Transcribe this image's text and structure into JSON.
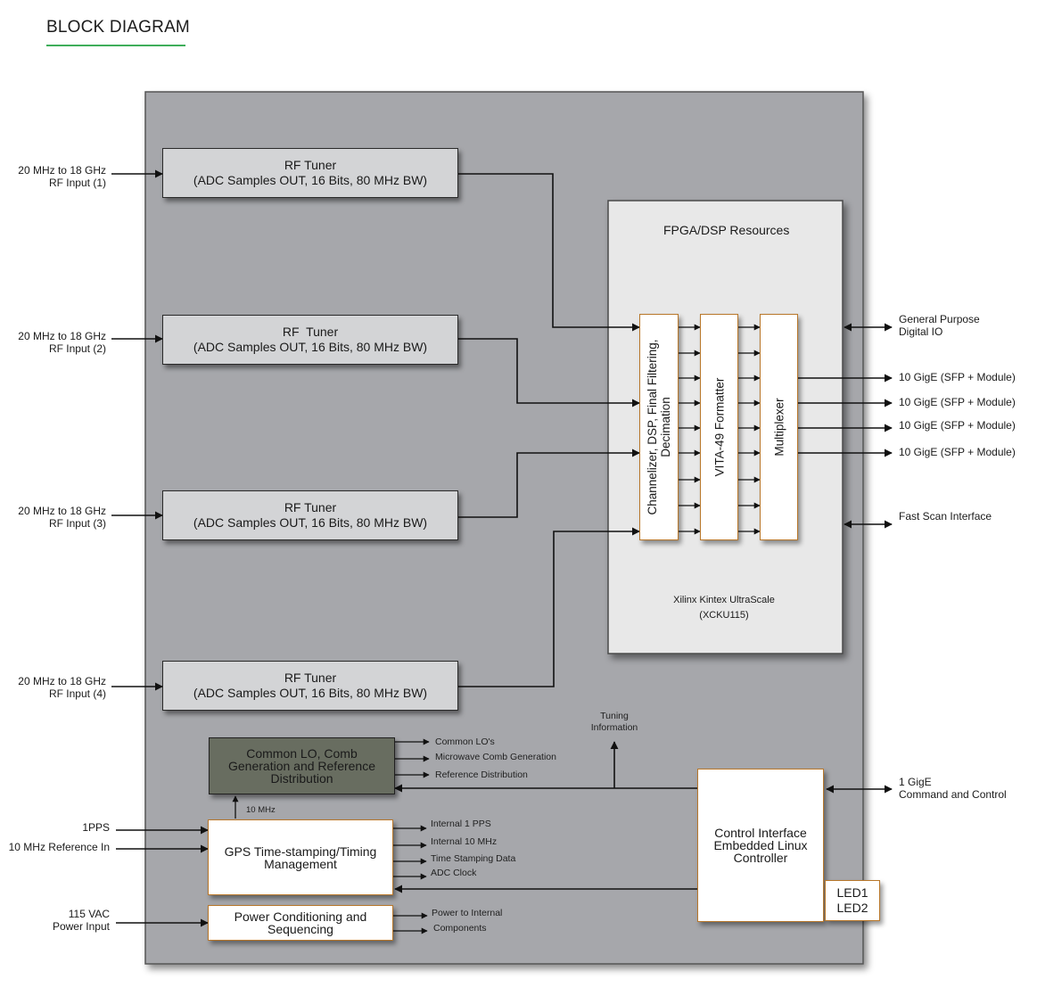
{
  "header": {
    "title": "BLOCK DIAGRAM"
  },
  "inputs": [
    {
      "line1": "20 MHz to 18 GHz",
      "line2": "RF Input (1)"
    },
    {
      "line1": "20 MHz to 18 GHz",
      "line2": "RF Input (2)"
    },
    {
      "line1": "20 MHz to 18 GHz",
      "line2": "RF Input (3)"
    },
    {
      "line1": "20 MHz to 18 GHz",
      "line2": "RF Input (4)"
    }
  ],
  "tuners": [
    {
      "line1": "RF Tuner",
      "line2": "(ADC Samples OUT, 16 Bits, 80 MHz BW)"
    },
    {
      "line1": "RF  Tuner",
      "line2": "(ADC Samples OUT, 16 Bits, 80 MHz BW)"
    },
    {
      "line1": "RF Tuner",
      "line2": "(ADC Samples OUT, 16 Bits, 80 MHz BW)"
    },
    {
      "line1": "RF Tuner",
      "line2": "(ADC Samples OUT, 16 Bits, 80 MHz BW)"
    }
  ],
  "fpga": {
    "title": "FPGA/DSP Resources",
    "channelizer": {
      "line1": "Channelizer, DSP, Final Filtering,",
      "line2": "Decimation"
    },
    "formatter": "VITA-49 Formatter",
    "multiplexer": "Multiplexer",
    "chip_line1": "Xilinx Kintex UltraScale",
    "chip_line2": "(XCKU115)"
  },
  "right_io": {
    "gpio": {
      "line1": "General Purpose",
      "line2": "Digital IO"
    },
    "gige": [
      "10 GigE (SFP + Module)",
      "10 GigE (SFP + Module)",
      "10 GigE (SFP + Module)",
      "10 GigE (SFP + Module)"
    ],
    "fast_scan": "Fast Scan Interface",
    "command": {
      "line1": "1 GigE",
      "line2": "Command and Control"
    }
  },
  "lo_block": {
    "line1": "Common LO, Comb",
    "line2": "Generation and Reference",
    "line3": "Distribution",
    "outputs": [
      "Common LO's",
      "Microwave Comb Generation",
      "Reference Distribution"
    ],
    "clock_label": "10 MHz"
  },
  "tuning": {
    "line1": "Tuning",
    "line2": "Information"
  },
  "gps": {
    "line1": "GPS Time-stamping/Timing",
    "line2": "Management",
    "inputs": [
      "1PPS",
      "10 MHz Reference In"
    ],
    "outputs": [
      "Internal 1 PPS",
      "Internal 10 MHz",
      "Time Stamping Data",
      "ADC Clock"
    ]
  },
  "power": {
    "line1": "Power Conditioning and",
    "line2": "Sequencing",
    "input": {
      "line1": "115 VAC",
      "line2": "Power Input"
    },
    "outputs": [
      "Power to Internal",
      "Components"
    ]
  },
  "controller": {
    "line1": "Control Interface",
    "line2": "Embedded Linux",
    "line3": "Controller",
    "led1": "LED1",
    "led2": "LED2"
  },
  "colors": {
    "accent_underline": "#3fae5a",
    "chassis": "#a6a7ab",
    "tuner_fill": "#d3d4d6",
    "fpga_fill": "#e8e8e8",
    "lo_fill": "#686d60",
    "module_border": "#b8772a"
  }
}
